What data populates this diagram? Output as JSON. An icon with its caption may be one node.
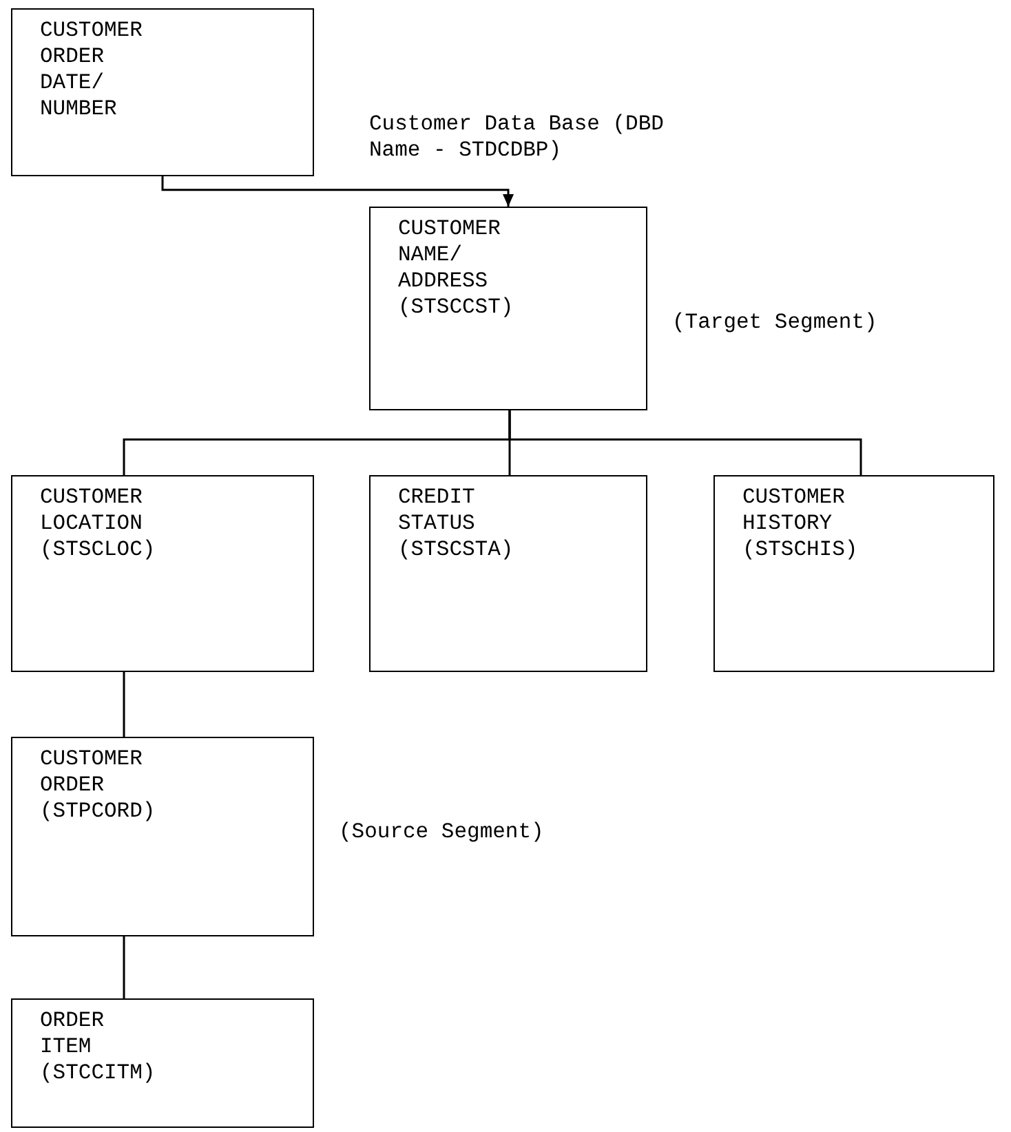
{
  "diagram": {
    "nodes": [
      {
        "text": [
          "CUSTOMER ORDER DATE/ NUMBER"
        ]
      },
      {
        "text": [
          "CUSTOMER NAME/ ADDRESS (STSCCST)"
        ],
        "beside": [
          "(Target Segment)"
        ]
      },
      {
        "text": [
          "CUSTOMER LOCATION (STSCLOC)"
        ]
      },
      {
        "text": [
          "CREDIT STATUS (STSCSTA)"
        ]
      },
      {
        "text": [
          "CUSTOMER HISTORY (STSCHIS)"
        ]
      },
      {
        "text": [
          "CUSTOMER ORDER (STPCORD)"
        ],
        "beside": [
          "(Source Segment)"
        ]
      },
      {
        "text": [
          "ORDER ITEM (STCCITM)"
        ]
      }
    ],
    "edges": [
      {
        "from": 0,
        "to": 1,
        "arrow": "to"
      },
      {
        "from": 1,
        "to": 2,
        "arrow": "none"
      },
      {
        "from": 1,
        "to": 3,
        "arrow": "none"
      },
      {
        "from": 1,
        "to": 4,
        "arrow": "none"
      },
      {
        "from": 2,
        "to": 5,
        "arrow": "none"
      },
      {
        "from": 5,
        "to": 6,
        "arrow": "none"
      }
    ],
    "labels": [
      "Customer Data Base (DBD Name - STDCDBP)"
    ]
  }
}
